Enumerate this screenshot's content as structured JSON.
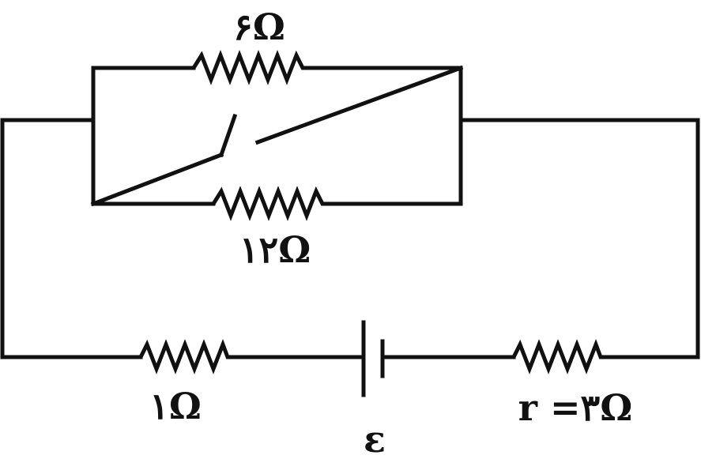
{
  "diagram": {
    "type": "circuit",
    "labels": {
      "r_top": "۶Ω",
      "r_middle": "۱۲Ω",
      "r_bottom_left": "۱Ω",
      "r_internal": "r =۳Ω",
      "emf": "ε"
    },
    "components": [
      {
        "kind": "resistor",
        "label": "۶Ω"
      },
      {
        "kind": "resistor",
        "label": "۱۲Ω"
      },
      {
        "kind": "switch",
        "state": "open"
      },
      {
        "kind": "resistor",
        "label": "۱Ω"
      },
      {
        "kind": "battery",
        "label": "ε"
      },
      {
        "kind": "resistor",
        "label": "r =۳Ω"
      }
    ],
    "colors": {
      "stroke": "#111111",
      "background": "#ffffff"
    }
  }
}
